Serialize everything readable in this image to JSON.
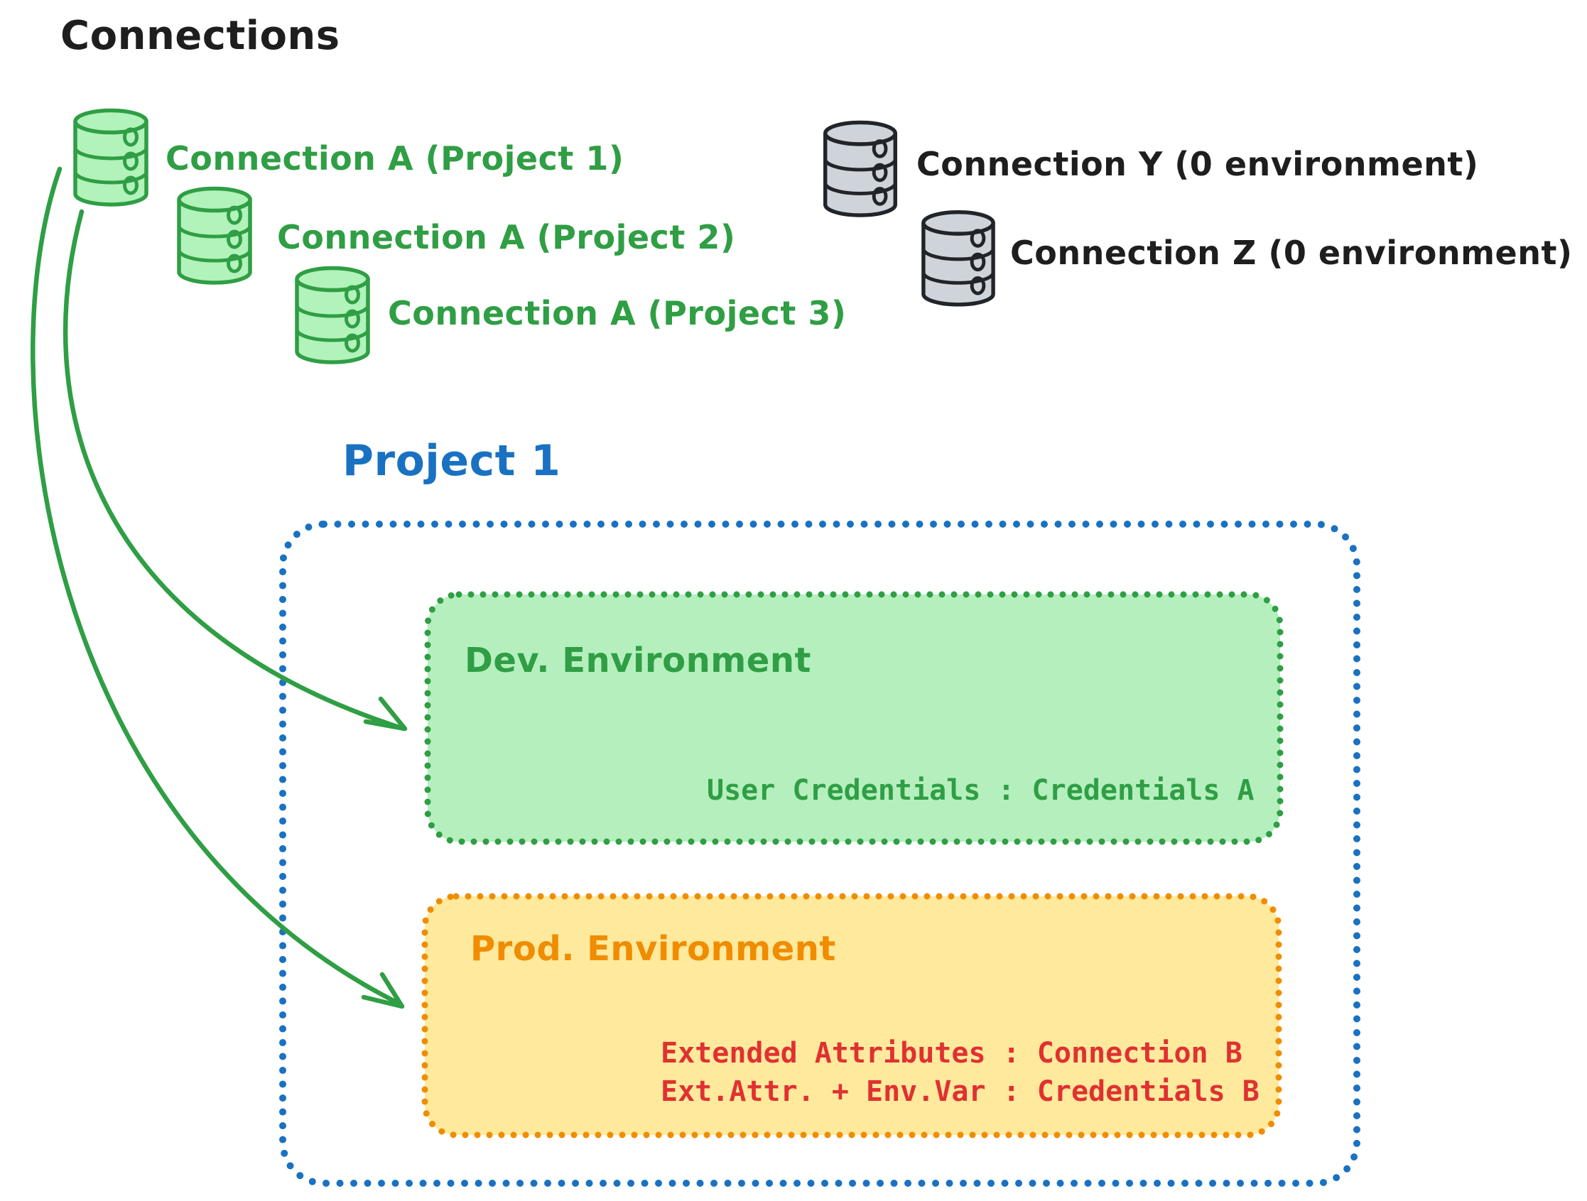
{
  "title": "Connections",
  "colors": {
    "green_stroke": "#2f9e44",
    "green_fill": "#b2f2bb",
    "gray_stroke": "#212529",
    "gray_fill": "#ced4da",
    "blue": "#1971c2",
    "orange": "#f08c00",
    "yellow_fill": "#ffe99c",
    "red": "#e03131",
    "black": "#1e1e1e"
  },
  "connections": {
    "project_connections": [
      {
        "label": "Connection A (Project 1)"
      },
      {
        "label": "Connection A (Project 2)"
      },
      {
        "label": "Connection A (Project 3)"
      }
    ],
    "unassigned_connections": [
      {
        "label": "Connection Y (0 environment)"
      },
      {
        "label": "Connection Z (0 environment)"
      }
    ]
  },
  "project": {
    "title": "Project 1",
    "environments": [
      {
        "name": "Dev. Environment",
        "details": [
          "User Credentials : Credentials A"
        ]
      },
      {
        "name": "Prod. Environment",
        "details": [
          "Extended Attributes : Connection B",
          "Ext.Attr. + Env.Var : Credentials B"
        ]
      }
    ]
  }
}
